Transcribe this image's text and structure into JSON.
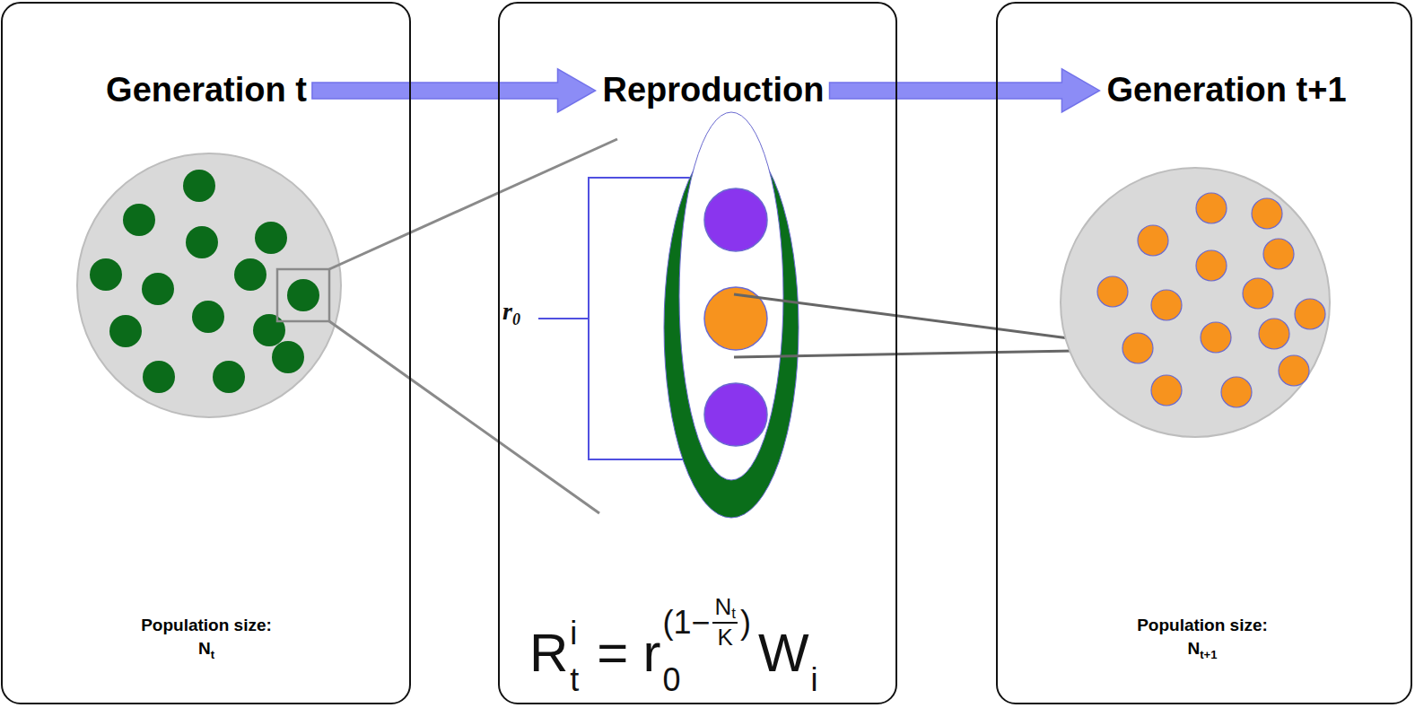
{
  "diagram": {
    "nodes": [
      {
        "text": [
          "Generation t",
          "Population size:",
          "N",
          "t"
        ]
      },
      {
        "text": [
          "Reproduction"
        ]
      },
      {
        "text": [
          "Generation t+1",
          "Population size:",
          "N",
          "t+1"
        ]
      }
    ],
    "edges": [
      {
        "from": 0,
        "to": 1,
        "arrow": "to"
      },
      {
        "from": 1,
        "to": 2,
        "arrow": "to"
      }
    ],
    "labels": [
      "r",
      "0",
      "R",
      "i",
      "t",
      "=",
      "r",
      "0",
      "(1−",
      "N",
      "t",
      "K",
      ")",
      "W",
      "i"
    ]
  }
}
